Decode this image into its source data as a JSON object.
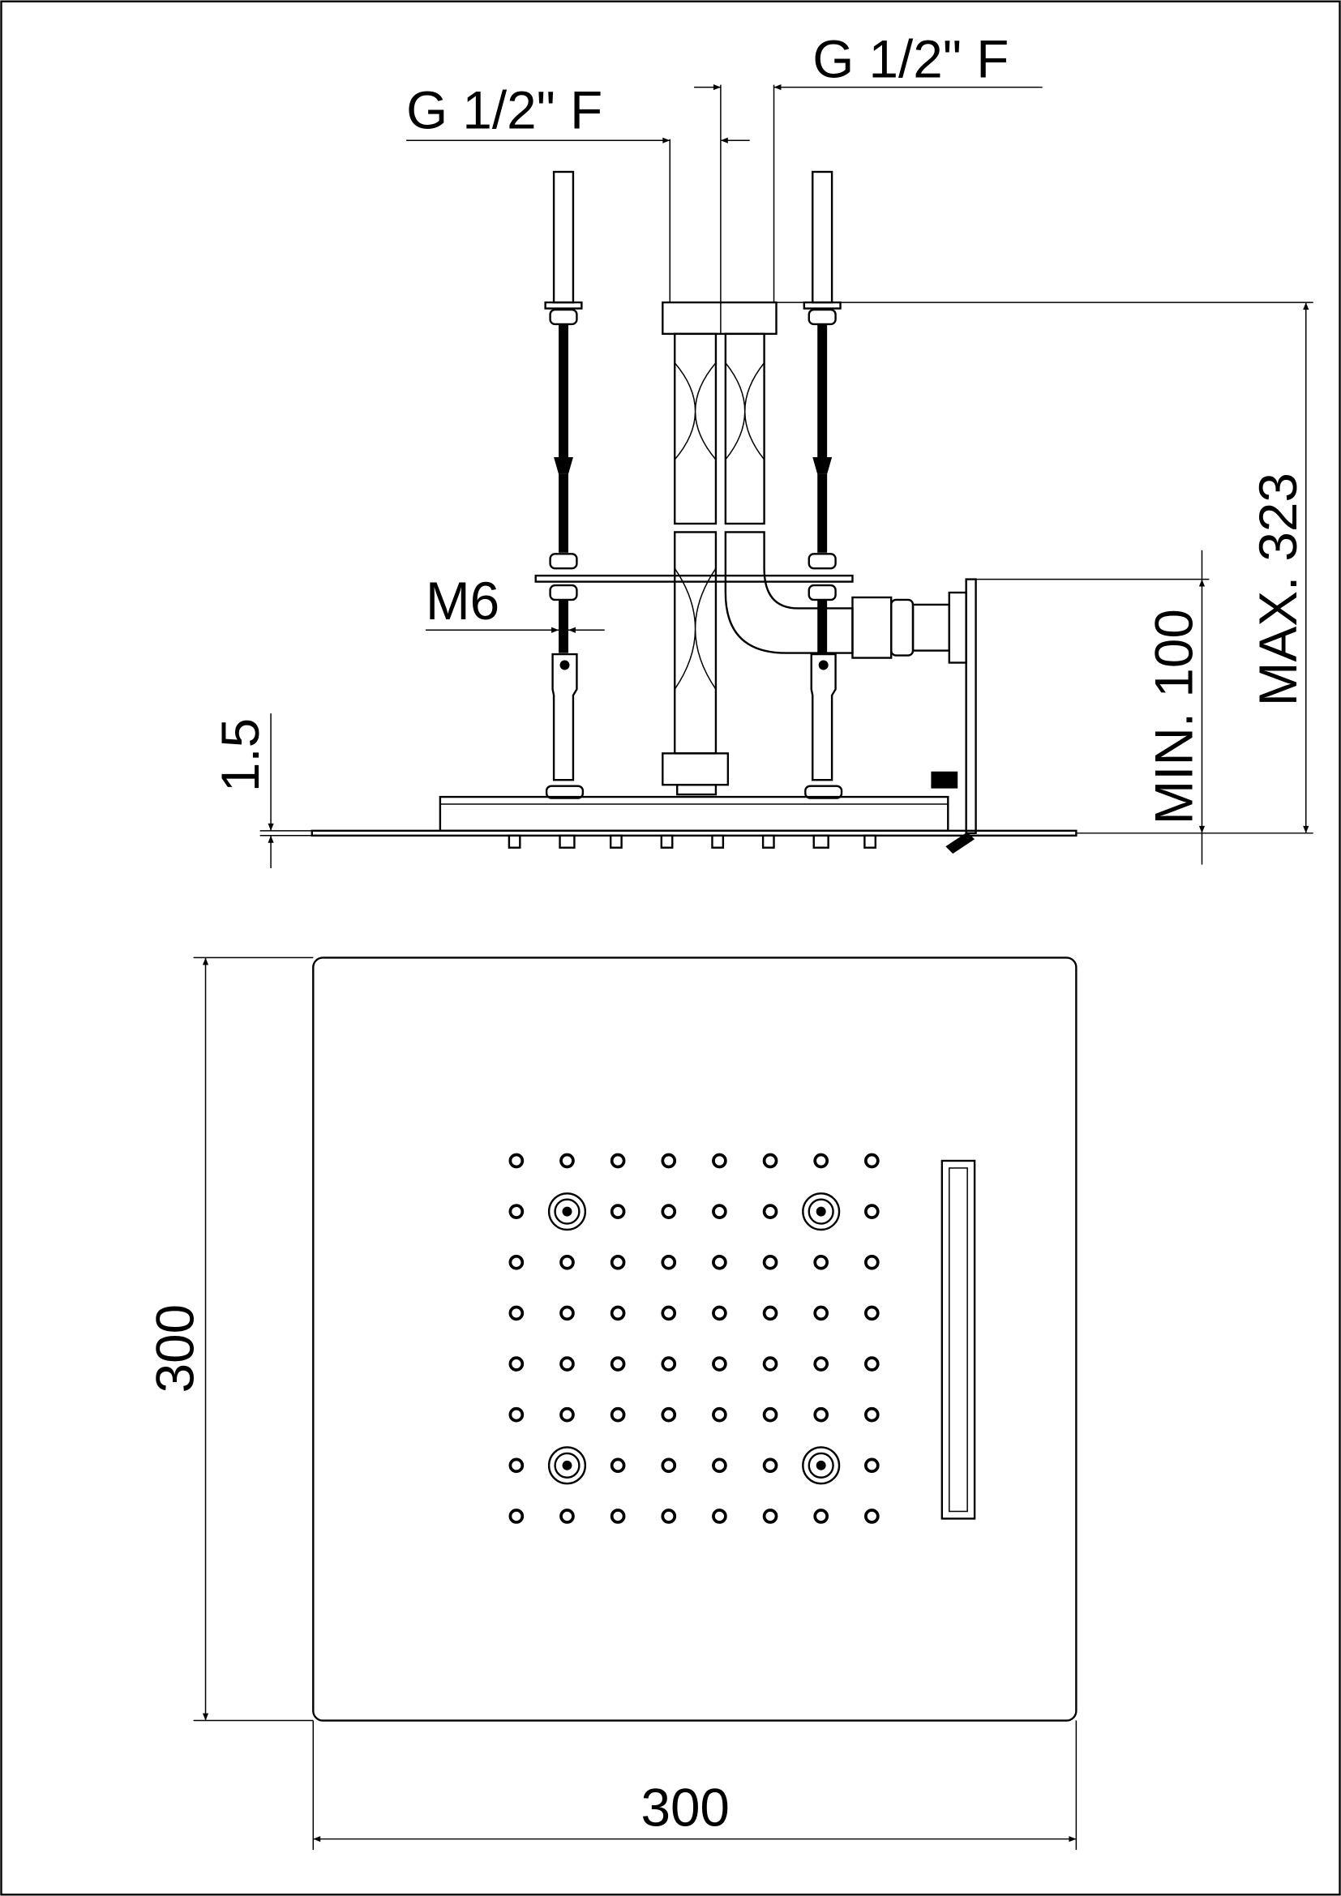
{
  "dimensions": {
    "inlet_left": "G 1/2\" F",
    "inlet_right": "G 1/2\" F",
    "thread": "M6",
    "plate_thickness": "1.5",
    "min_height": "MIN. 100",
    "max_height": "MAX. 323",
    "depth": "300",
    "width": "300"
  },
  "nozzle_grid": {
    "rows": 8,
    "columns": 8,
    "large_nozzles": [
      [
        1,
        1
      ],
      [
        1,
        6
      ],
      [
        6,
        1
      ],
      [
        6,
        6
      ]
    ]
  },
  "colors": {
    "line": "#000000",
    "background": "#ffffff"
  }
}
